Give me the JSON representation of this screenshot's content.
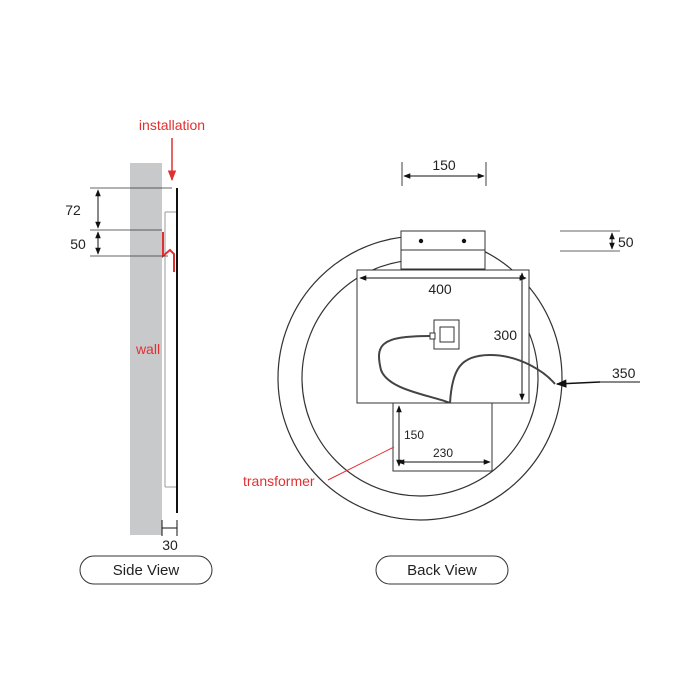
{
  "side_view": {
    "installation_label": "installation",
    "wall_label": "wall",
    "dim_top": "72",
    "dim_hook": "50",
    "dim_depth": "30",
    "caption": "Side View"
  },
  "back_view": {
    "dim_bracket_width": "150",
    "dim_bracket_height": "50",
    "dim_box_width": "400",
    "dim_box_height": "300",
    "dim_radius": "350",
    "dim_transformer_height": "150",
    "dim_transformer_width": "230",
    "transformer_label": "transformer",
    "caption": "Back View"
  },
  "colors": {
    "accent": "#e23030",
    "wall": "#c8c9cb"
  }
}
